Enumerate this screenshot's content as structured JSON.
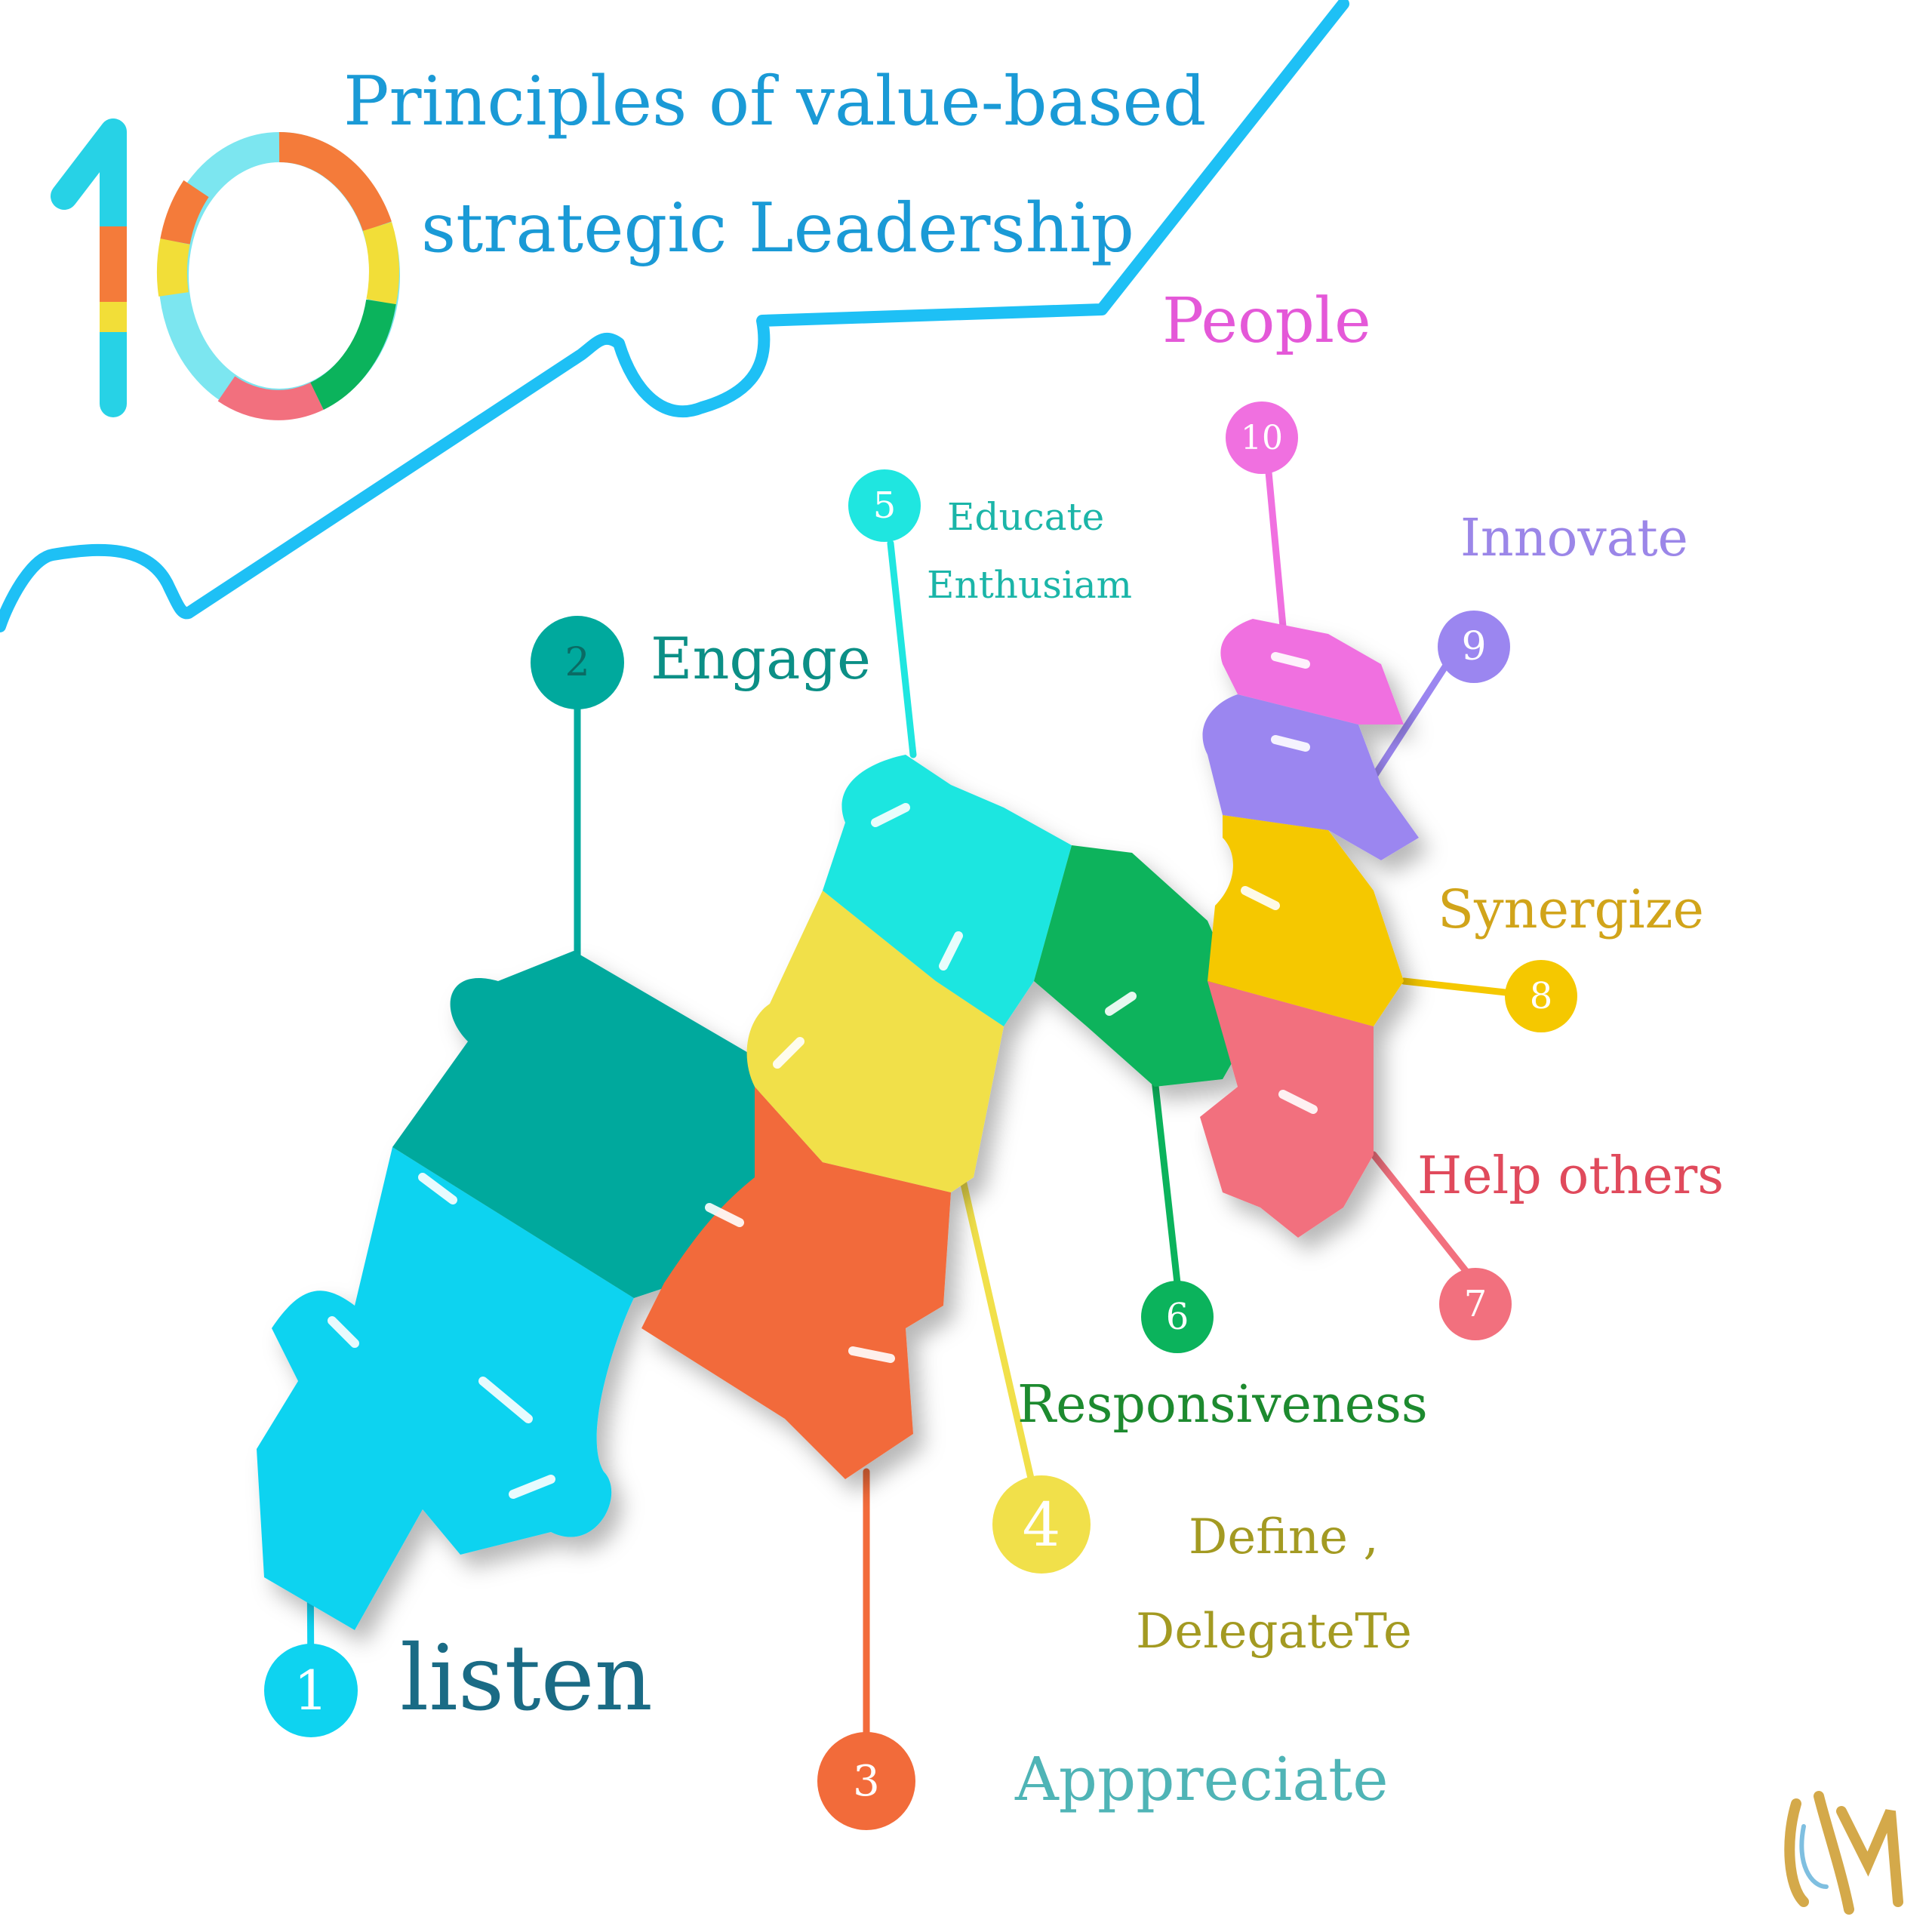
{
  "title": {
    "number": "10",
    "line1": "Principles of value-based",
    "line2": "strategic Leadership"
  },
  "principles": [
    {
      "n": "1",
      "label": "listen",
      "color": "#0ed3f0",
      "text_color": "#1a6b85"
    },
    {
      "n": "2",
      "label": "Engage",
      "color": "#00a99d",
      "text_color": "#0b8f86"
    },
    {
      "n": "3",
      "label": "Apppreciate",
      "color": "#f26b3a",
      "text_color": "#4fb4b6"
    },
    {
      "n": "4",
      "label_line1": "Define ,",
      "label_line2": "DelegateTe",
      "color": "#f1e04a",
      "text_color": "#a39a22"
    },
    {
      "n": "5",
      "label_line1": "Educate",
      "label_line2": "Enthusiam",
      "color": "#1fe6e0",
      "text_color": "#1bb5a8"
    },
    {
      "n": "6",
      "label": "Responsiveness",
      "color": "#0bb35c",
      "text_color": "#1d8a2f"
    },
    {
      "n": "7",
      "label": "Help others",
      "color": "#f2707e",
      "text_color": "#e04a5c"
    },
    {
      "n": "8",
      "label": "Synergize",
      "color": "#f5c800",
      "text_color": "#d1a41a"
    },
    {
      "n": "9",
      "label": "Innovate",
      "color": "#9b86f0",
      "text_color": "#9b86e8"
    },
    {
      "n": "10",
      "label": "People",
      "color": "#f070e0",
      "text_color": "#e458d8"
    }
  ],
  "colors": {
    "border_line": "#1ec0f5",
    "title_text": "#1a9ad6",
    "logo": "#d4a94a"
  },
  "logo_icon": "wml-monogram-logo"
}
